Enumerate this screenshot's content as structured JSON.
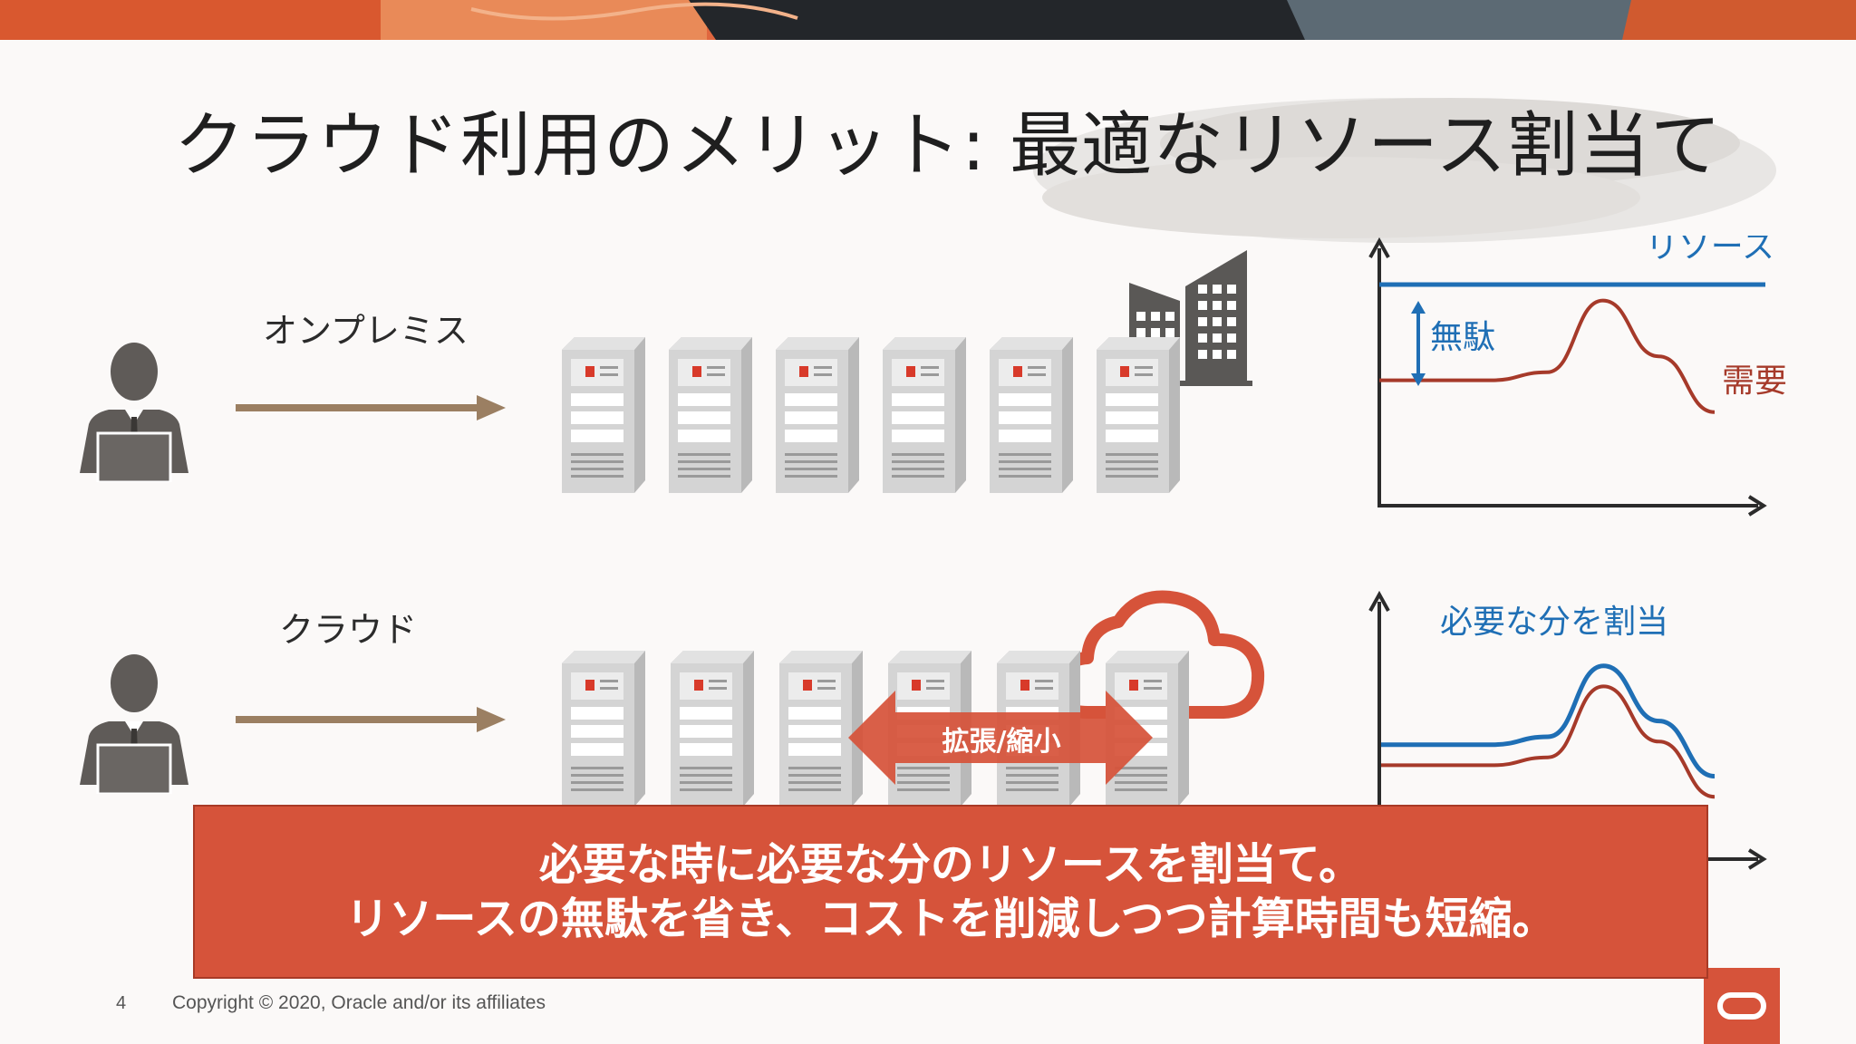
{
  "slide": {
    "title": "クラウド利用のメリット: 最適なリソース割当て",
    "page_number": "4",
    "copyright": "Copyright © 2020, Oracle and/or its affiliates"
  },
  "onprem": {
    "label": "オンプレミス"
  },
  "cloud": {
    "label": "クラウド",
    "scale_label": "拡張/縮小"
  },
  "chart_onprem": {
    "resource_label": "リソース",
    "waste_label": "無駄",
    "demand_label": "需要"
  },
  "chart_cloud": {
    "label": "必要な分を割当"
  },
  "callout": {
    "line1": "必要な時に必要な分のリソースを割当て。",
    "line2": "リソースの無駄を省き、コストを削減しつつ計算時間も短縮。"
  },
  "colors": {
    "accent": "#d6533a",
    "resource": "#1f6fb5",
    "demand": "#a63a2a",
    "arrow": "#9b7f62",
    "server": "#c9c9c9"
  },
  "chart_data": [
    {
      "type": "line",
      "series": [
        {
          "name": "リソース",
          "values": [
            1,
            1,
            1,
            1,
            1,
            1,
            1
          ]
        },
        {
          "name": "需要",
          "values": [
            0.4,
            0.4,
            0.4,
            0.45,
            0.9,
            0.55,
            0.2
          ]
        }
      ]
    },
    {
      "type": "line",
      "series": [
        {
          "name": "",
          "values": [
            0.45,
            0.45,
            0.45,
            0.5,
            0.95,
            0.6,
            0.25
          ]
        },
        {
          "name": "",
          "values": [
            0.4,
            0.4,
            0.4,
            0.45,
            0.9,
            0.55,
            0.2
          ]
        }
      ]
    }
  ]
}
